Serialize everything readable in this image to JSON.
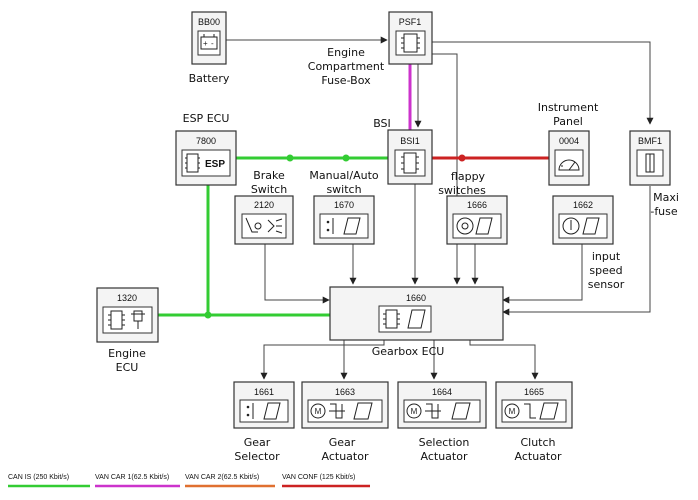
{
  "colors": {
    "can_is": "#33cc33",
    "van_car1": "#cc33cc",
    "van_car2": "#e07030",
    "van_conf": "#cc2222",
    "wire": "#444444"
  },
  "components": {
    "battery": {
      "code": "BB00",
      "label": [
        "Battery"
      ]
    },
    "psf1": {
      "code": "PSF1",
      "label": [
        "Engine",
        "Compartment",
        "Fuse-Box"
      ]
    },
    "esp": {
      "code": "7800",
      "label": [
        "ESP ECU"
      ],
      "badge": "ESP"
    },
    "bsi": {
      "code": "BSI1",
      "label": [
        "BSI"
      ]
    },
    "instrument": {
      "code": "0004",
      "label": [
        "Instrument",
        "Panel"
      ]
    },
    "bmf1": {
      "code": "BMF1",
      "label": [
        "Maxi",
        "-fuse"
      ]
    },
    "brake": {
      "code": "2120",
      "label": [
        "Brake",
        "Switch"
      ]
    },
    "manual_auto": {
      "code": "1670",
      "label": [
        "Manual/Auto",
        "switch"
      ]
    },
    "flappy": {
      "code": "1666",
      "label": [
        "flappy",
        "switches"
      ]
    },
    "input_speed": {
      "code": "1662",
      "label": [
        "input",
        "speed",
        "sensor"
      ]
    },
    "engine_ecu": {
      "code": "1320",
      "label": [
        "Engine",
        "ECU"
      ]
    },
    "gearbox": {
      "code": "1660",
      "label": [
        "Gearbox ECU"
      ]
    },
    "gear_selector": {
      "code": "1661",
      "label": [
        "Gear",
        "Selector"
      ]
    },
    "gear_actuator": {
      "code": "1663",
      "label": [
        "Gear",
        "Actuator"
      ]
    },
    "selection_actuator": {
      "code": "1664",
      "label": [
        "Selection",
        "Actuator"
      ]
    },
    "clutch_actuator": {
      "code": "1665",
      "label": [
        "Clutch",
        "Actuator"
      ]
    }
  },
  "legend": [
    {
      "text": "CAN IS (250 Kbit/s)",
      "color": "#33cc33"
    },
    {
      "text": "VAN CAR 1(62.5 Kbit/s)",
      "color": "#cc33cc"
    },
    {
      "text": "VAN CAR 2(62.5 Kbit/s)",
      "color": "#e07030"
    },
    {
      "text": "VAN CONF (125 Kbit/s)",
      "color": "#cc2222"
    }
  ]
}
